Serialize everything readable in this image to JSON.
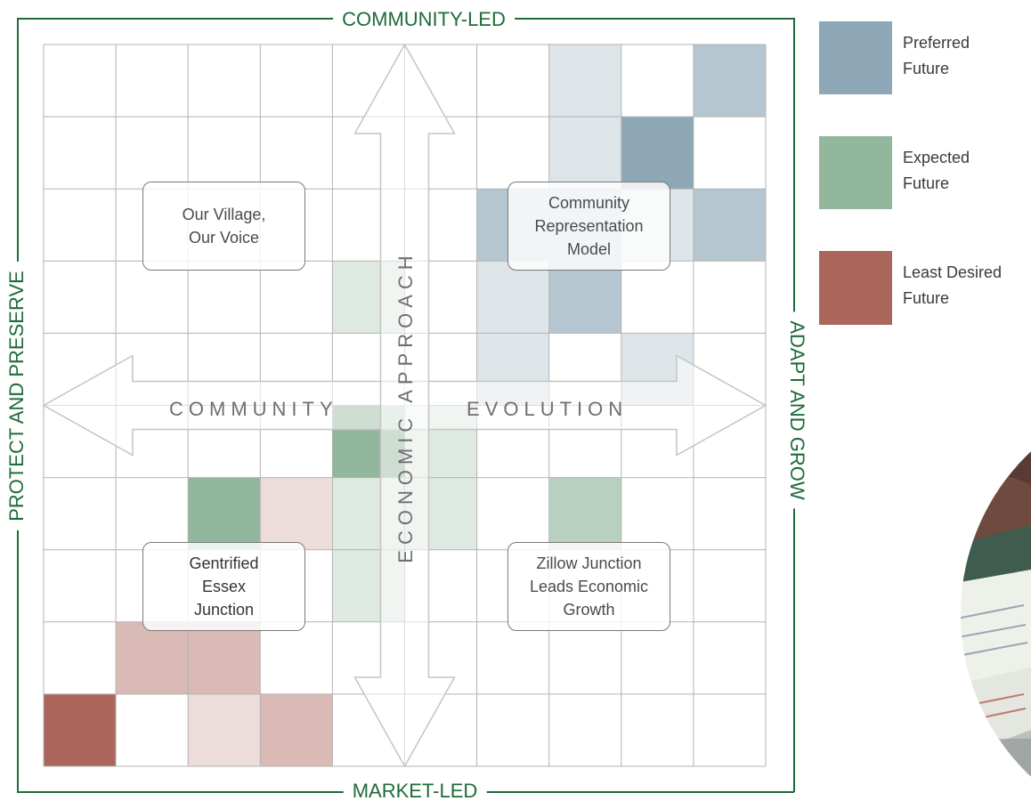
{
  "axes": {
    "top": "COMMUNITY-LED",
    "bottom": "MARKET-LED",
    "left": "PROTECT AND PRESERVE",
    "right": "ADAPT AND GROW"
  },
  "arrows": {
    "horizontal_left": "COMMUNITY",
    "horizontal_right": "EVOLUTION",
    "vertical": "ECONOMIC APPROACH"
  },
  "scenarios": {
    "top_left": "Our Village,\nOur Voice",
    "top_right": "Community\nRepresentation\nModel",
    "bottom_left": "Gentrified\nEssex\nJunction",
    "bottom_right": "Zillow Junction\nLeads Economic\nGrowth"
  },
  "legend": [
    {
      "label": "Preferred\nFuture",
      "color": "#8fa8b7"
    },
    {
      "label": "Expected\nFuture",
      "color": "#92b79d"
    },
    {
      "label": "Least Desired\nFuture",
      "color": "#aa665b"
    }
  ],
  "colors": {
    "frame": "#1f6b3a",
    "grid_line": "#b3b3b3",
    "preferred": "#8fa8b7",
    "expected": "#92b79d",
    "least_desired": "#aa665b"
  },
  "grid": {
    "rows": 10,
    "cols": 10,
    "cells": [
      {
        "row": 0,
        "col": 7,
        "kind": "preferred",
        "level": 0.3
      },
      {
        "row": 0,
        "col": 9,
        "kind": "preferred",
        "level": 0.65
      },
      {
        "row": 1,
        "col": 7,
        "kind": "preferred",
        "level": 0.3
      },
      {
        "row": 1,
        "col": 8,
        "kind": "preferred",
        "level": 1.0
      },
      {
        "row": 2,
        "col": 6,
        "kind": "preferred",
        "level": 0.65
      },
      {
        "row": 2,
        "col": 7,
        "kind": "preferred",
        "level": 0.65
      },
      {
        "row": 2,
        "col": 8,
        "kind": "preferred",
        "level": 0.3
      },
      {
        "row": 2,
        "col": 9,
        "kind": "preferred",
        "level": 0.65
      },
      {
        "row": 3,
        "col": 4,
        "kind": "expected",
        "level": 0.3
      },
      {
        "row": 3,
        "col": 6,
        "kind": "preferred",
        "level": 0.3
      },
      {
        "row": 3,
        "col": 7,
        "kind": "preferred",
        "level": 0.65
      },
      {
        "row": 4,
        "col": 6,
        "kind": "preferred",
        "level": 0.3
      },
      {
        "row": 4,
        "col": 8,
        "kind": "preferred",
        "level": 0.3
      },
      {
        "row": 5,
        "col": 4,
        "kind": "expected",
        "level": 1.0
      },
      {
        "row": 5,
        "col": 5,
        "kind": "expected",
        "level": 0.3
      },
      {
        "row": 6,
        "col": 2,
        "kind": "expected",
        "level": 1.0
      },
      {
        "row": 6,
        "col": 3,
        "kind": "least_desired",
        "level": 0.22
      },
      {
        "row": 6,
        "col": 4,
        "kind": "expected",
        "level": 0.3
      },
      {
        "row": 6,
        "col": 5,
        "kind": "expected",
        "level": 0.3
      },
      {
        "row": 6,
        "col": 7,
        "kind": "expected",
        "level": 0.65
      },
      {
        "row": 7,
        "col": 4,
        "kind": "expected",
        "level": 0.3
      },
      {
        "row": 8,
        "col": 1,
        "kind": "least_desired",
        "level": 0.45
      },
      {
        "row": 8,
        "col": 2,
        "kind": "least_desired",
        "level": 0.45
      },
      {
        "row": 9,
        "col": 0,
        "kind": "least_desired",
        "level": 1.0
      },
      {
        "row": 9,
        "col": 2,
        "kind": "least_desired",
        "level": 0.22
      },
      {
        "row": 9,
        "col": 3,
        "kind": "least_desired",
        "level": 0.45
      }
    ]
  }
}
